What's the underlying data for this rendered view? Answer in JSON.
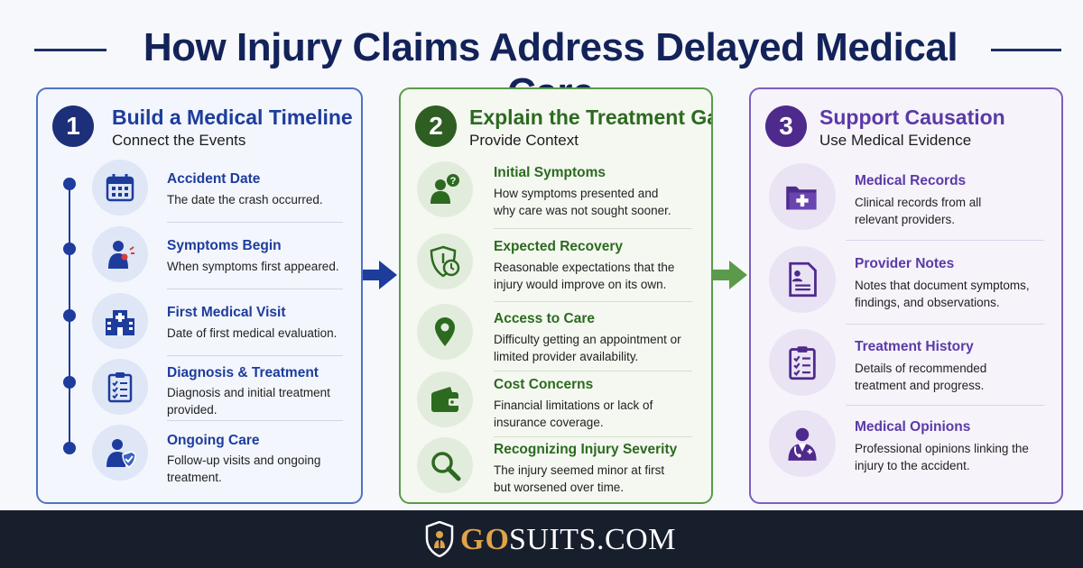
{
  "title": "How Injury Claims Address Delayed Medical Care",
  "colors": {
    "blue_accent": "#1d3c9c",
    "green_accent": "#2c6a1f",
    "purple_accent": "#5b3aa6",
    "footer_bg": "#171e2c",
    "logo_gold": "#e0a34a"
  },
  "cards": [
    {
      "number": "1",
      "title": "Build a Medical Timeline",
      "subtitle": "Connect the Events",
      "items": [
        {
          "icon": "calendar-icon",
          "title": "Accident Date",
          "desc": "The date the crash occurred."
        },
        {
          "icon": "injured-person-icon",
          "title": "Symptoms Begin",
          "desc": "When symptoms first appeared."
        },
        {
          "icon": "hospital-icon",
          "title": "First Medical Visit",
          "desc": "Date of first medical evaluation."
        },
        {
          "icon": "clipboard-checklist-icon",
          "title": "Diagnosis & Treatment",
          "desc": "Diagnosis and initial treatment provided."
        },
        {
          "icon": "person-shield-icon",
          "title": "Ongoing Care",
          "desc": "Follow-up visits and ongoing treatment."
        }
      ]
    },
    {
      "number": "2",
      "title": "Explain the Treatment Gap",
      "subtitle": "Provide Context",
      "items": [
        {
          "icon": "person-question-icon",
          "title": "Initial Symptoms",
          "desc": "How symptoms presented and why care was not sought sooner."
        },
        {
          "icon": "shield-clock-icon",
          "title": "Expected Recovery",
          "desc": "Reasonable expectations that the injury would improve on its own."
        },
        {
          "icon": "location-pin-icon",
          "title": "Access to Care",
          "desc": "Difficulty getting an appointment or limited provider availability."
        },
        {
          "icon": "wallet-icon",
          "title": "Cost Concerns",
          "desc": "Financial limitations or lack of insurance coverage."
        },
        {
          "icon": "magnifier-icon",
          "title": "Recognizing Injury Severity",
          "desc": "The injury seemed minor at first but worsened over time."
        }
      ]
    },
    {
      "number": "3",
      "title": "Support Causation",
      "subtitle": "Use Medical Evidence",
      "items": [
        {
          "icon": "medical-folder-icon",
          "title": "Medical Records",
          "desc": "Clinical records from all relevant providers."
        },
        {
          "icon": "document-notes-icon",
          "title": "Provider Notes",
          "desc": "Notes that document symptoms, findings, and observations."
        },
        {
          "icon": "clipboard-checklist-icon",
          "title": "Treatment History",
          "desc": "Details of recommended treatment and progress."
        },
        {
          "icon": "doctor-icon",
          "title": "Medical Opinions",
          "desc": "Professional opinions linking the injury to the accident."
        }
      ]
    }
  ],
  "footer": {
    "logo_go": "GO",
    "logo_rest": "SUITS.COM"
  }
}
